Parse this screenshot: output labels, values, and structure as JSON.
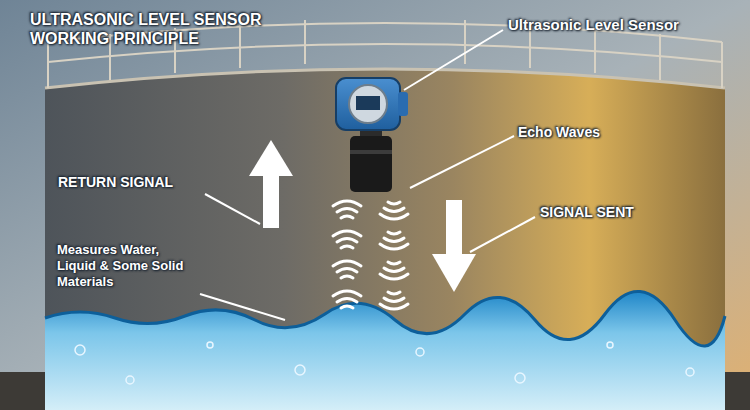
{
  "diagram": {
    "title": "ULTRASONIC LEVEL SENSOR WORKING PRINCIPLE",
    "labels": [
      "Ultrasonic Level Sensor",
      "Echo Waves",
      "RETURN SIGNAL",
      "SIGNAL SENT",
      "Measures Water, Liquid & Some Solid Materials"
    ]
  }
}
